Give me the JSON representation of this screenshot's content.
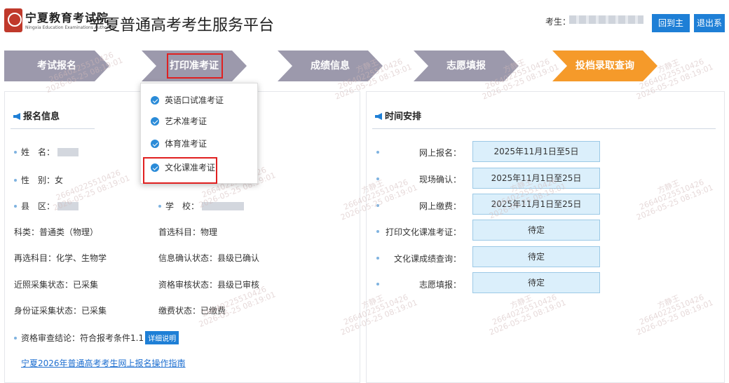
{
  "header": {
    "logo_cn": "宁夏教育考试院",
    "logo_en": "Ningxia Education Examinations Authority",
    "title": "宁夏普通高考考生服务平台",
    "examinee_label": "考生：",
    "home_btn": "回到主页",
    "exit_btn": "退出系统"
  },
  "steps": [
    {
      "label": "考试报名",
      "state": "done"
    },
    {
      "label": "打印准考证",
      "state": "current"
    },
    {
      "label": "成绩信息",
      "state": "done"
    },
    {
      "label": "志愿填报",
      "state": "done"
    },
    {
      "label": "投档录取查询",
      "state": "highlight"
    }
  ],
  "dropdown": {
    "items": [
      "英语口试准考证",
      "艺术准考证",
      "体育准考证",
      "文化课准考证"
    ]
  },
  "registration": {
    "heading": "报名信息",
    "name_label": "姓　名：",
    "gender_label": "性　别：",
    "gender_value": "女",
    "county_label": "县　区：",
    "school_label": "学　校：",
    "category": "科类：普通类（物理）",
    "first_subject": "首选科目：物理",
    "reselect": "再选科目：化学、生物学",
    "confirm_status": "信息确认状态：县级已确认",
    "photo_status": "近照采集状态：已采集",
    "qual_status": "资格审核状态：县级已审核",
    "id_status": "身份证采集状态：已采集",
    "fee_status": "缴费状态：已缴费",
    "qual_result": "资格审查结论：符合报考条件1.1",
    "detail_btn": "详细说明",
    "guide_link": "宁夏2026年普通高考考生网上报名操作指南"
  },
  "schedule": {
    "heading": "时间安排",
    "rows": [
      {
        "label": "网上报名：",
        "value": "2025年11月1日至5日"
      },
      {
        "label": "现场确认：",
        "value": "2025年11月1日至25日"
      },
      {
        "label": "网上缴费：",
        "value": "2025年11月1日至25日"
      },
      {
        "label": "打印文化课准考证：",
        "value": "待定"
      },
      {
        "label": "文化课成绩查询：",
        "value": "待定"
      },
      {
        "label": "志愿填报：",
        "value": "待定"
      }
    ]
  },
  "watermark": {
    "name": "方静王",
    "id": "26640225510426",
    "time": "2026-05-25 08:19:01"
  },
  "colors": {
    "primary": "#1e7fd6",
    "step_gray": "#9c99ac",
    "step_orange": "#f59a2a",
    "highlight_red": "#e02020",
    "schedule_bg": "#dbeffb"
  }
}
